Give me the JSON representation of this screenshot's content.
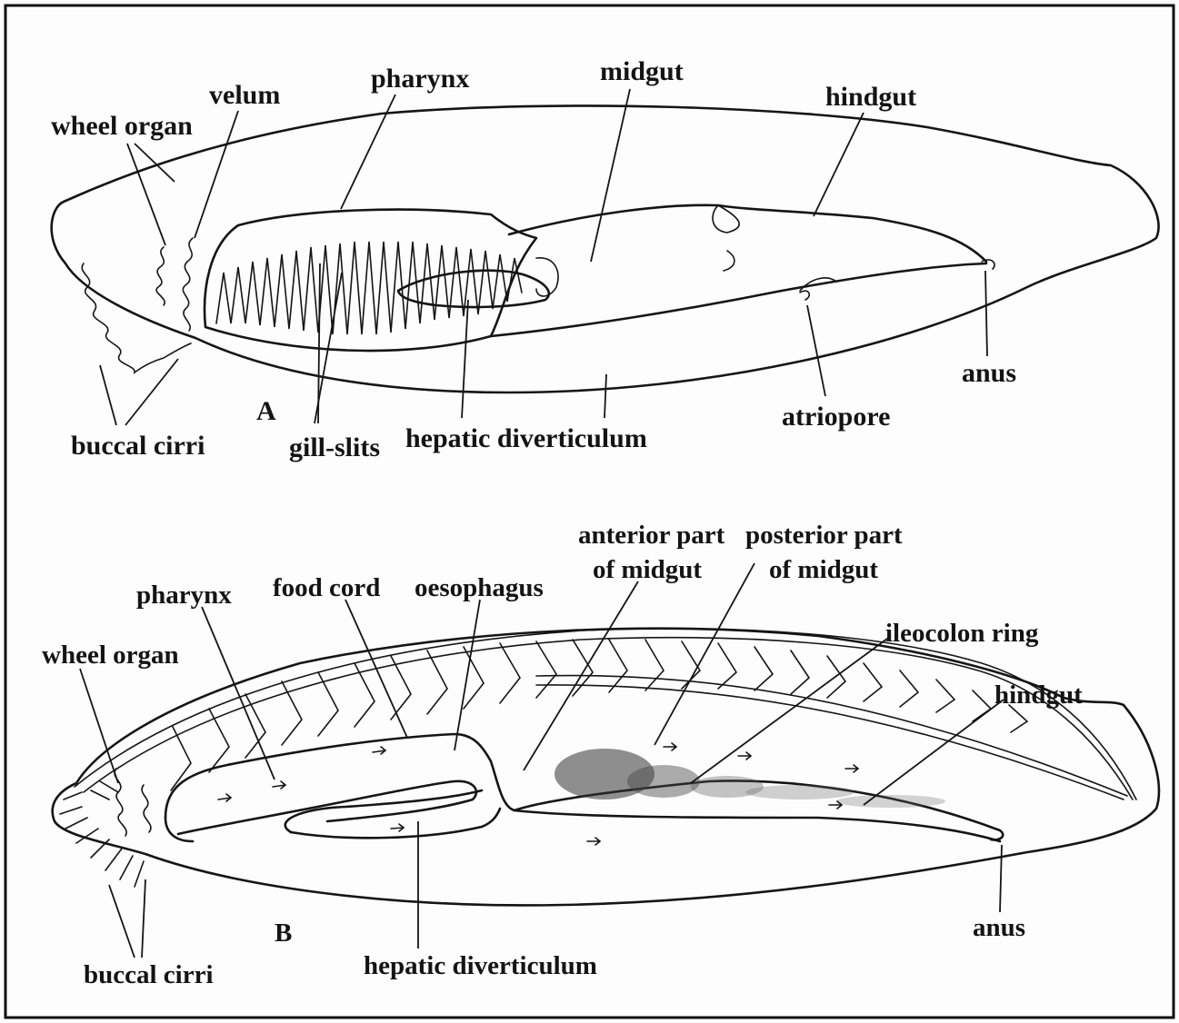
{
  "panel_a": {
    "letter": "A",
    "labels": {
      "wheel_organ": "wheel organ",
      "velum": "velum",
      "pharynx": "pharynx",
      "midgut": "midgut",
      "hindgut": "hindgut",
      "buccal_cirri": "buccal cirri",
      "gill_slits": "gill-slits",
      "hepatic_diverticulum": "hepatic diverticulum",
      "atriopore": "atriopore",
      "anus": "anus"
    }
  },
  "panel_b": {
    "letter": "B",
    "labels": {
      "anterior_part_1": "anterior part",
      "anterior_part_2": "of midgut",
      "posterior_part_1": "posterior part",
      "posterior_part_2": "of midgut",
      "pharynx": "pharynx",
      "food_cord": "food cord",
      "oesophagus": "oesophagus",
      "ileocolon_ring": "ileocolon ring",
      "wheel_organ": "wheel organ",
      "hindgut": "hindgut",
      "anus": "anus",
      "buccal_cirri": "buccal cirri",
      "hepatic_diverticulum": "hepatic diverticulum"
    }
  },
  "colors": {
    "ink": "#141414",
    "paper": "#fdfdfd"
  }
}
